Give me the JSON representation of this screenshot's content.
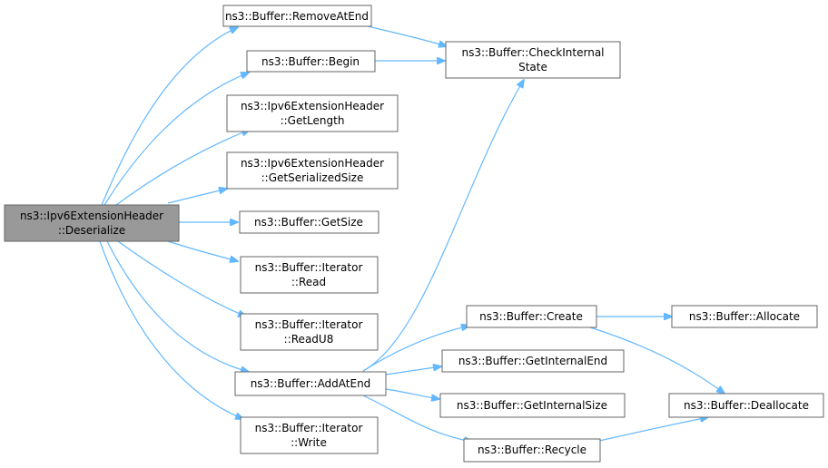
{
  "nodes": {
    "root": {
      "line1": "ns3::Ipv6ExtensionHeader",
      "line2": "::Deserialize"
    },
    "remove_at_end": {
      "line1": "ns3::Buffer::RemoveAtEnd"
    },
    "begin": {
      "line1": "ns3::Buffer::Begin"
    },
    "check_internal_state": {
      "line1": "ns3::Buffer::CheckInternal",
      "line2": "State"
    },
    "get_length": {
      "line1": "ns3::Ipv6ExtensionHeader",
      "line2": "::GetLength"
    },
    "get_serialized_size": {
      "line1": "ns3::Ipv6ExtensionHeader",
      "line2": "::GetSerializedSize"
    },
    "get_size": {
      "line1": "ns3::Buffer::GetSize"
    },
    "iterator_read": {
      "line1": "ns3::Buffer::Iterator",
      "line2": "::Read"
    },
    "iterator_read_u8": {
      "line1": "ns3::Buffer::Iterator",
      "line2": "::ReadU8"
    },
    "add_at_end": {
      "line1": "ns3::Buffer::AddAtEnd"
    },
    "iterator_write": {
      "line1": "ns3::Buffer::Iterator",
      "line2": "::Write"
    },
    "create": {
      "line1": "ns3::Buffer::Create"
    },
    "allocate": {
      "line1": "ns3::Buffer::Allocate"
    },
    "get_internal_end": {
      "line1": "ns3::Buffer::GetInternalEnd"
    },
    "get_internal_size": {
      "line1": "ns3::Buffer::GetInternalSize"
    },
    "deallocate": {
      "line1": "ns3::Buffer::Deallocate"
    },
    "recycle": {
      "line1": "ns3::Buffer::Recycle"
    }
  },
  "colors": {
    "edge": "#63b8ff",
    "root_fill": "#999999",
    "node_border": "#666666"
  }
}
